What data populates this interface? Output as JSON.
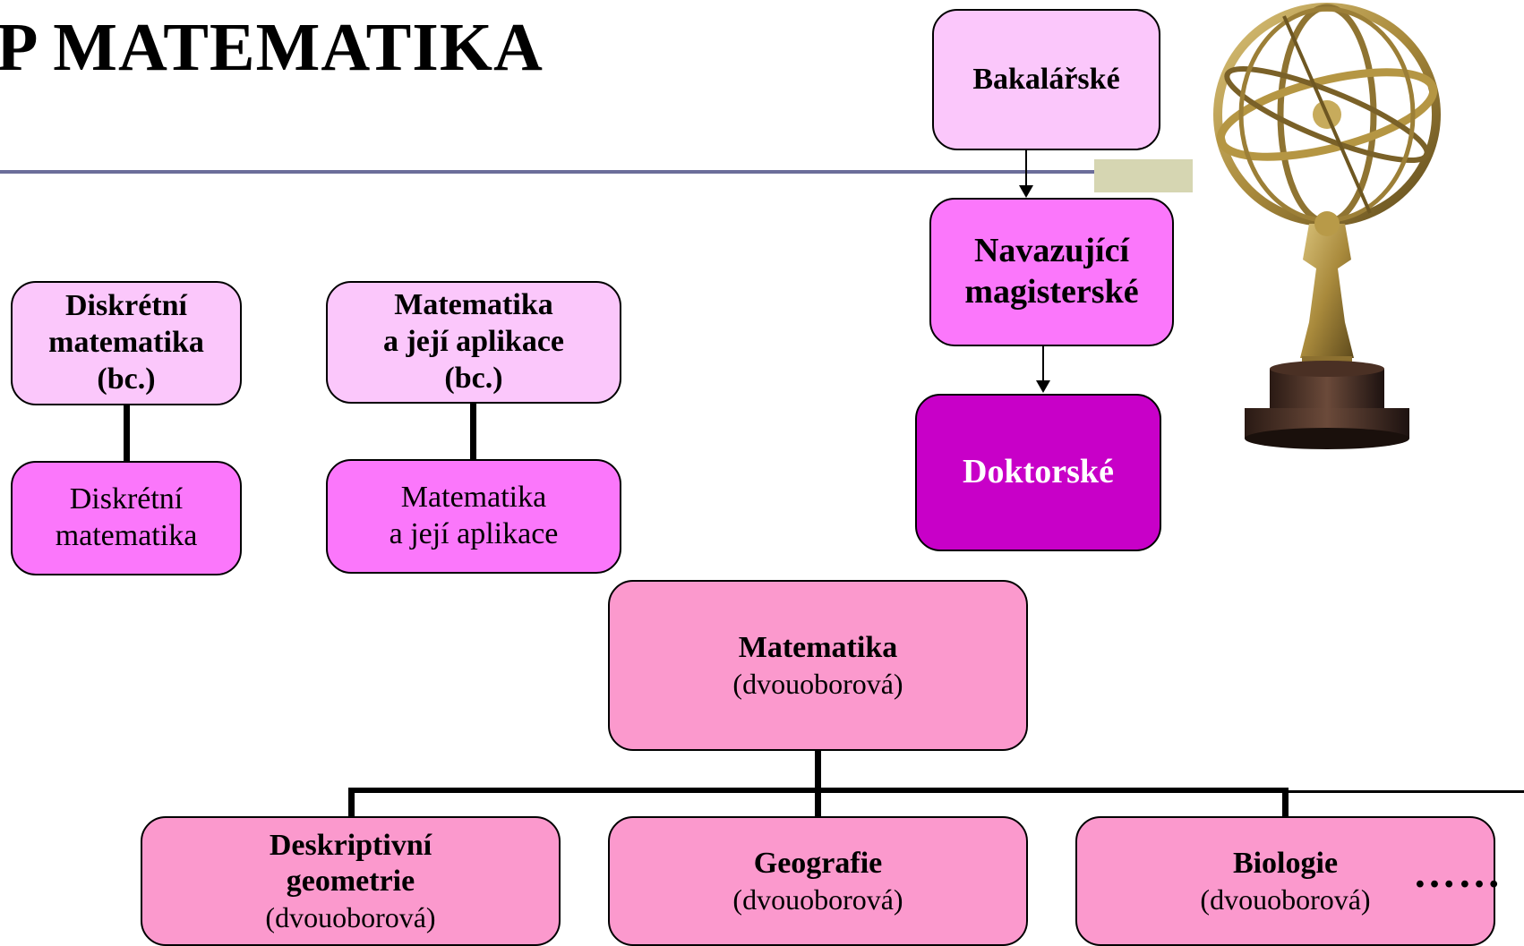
{
  "title": "P MATEMATIKA",
  "levels": {
    "bachelor": "Bakalářské",
    "master_1": "Navazující",
    "master_2": "magisterské",
    "doctoral": "Doktorské"
  },
  "programs": {
    "discrete_bc": [
      "Diskrétní",
      "matematika",
      "(bc.)"
    ],
    "discrete_nm": [
      "Diskrétní",
      "matematika"
    ],
    "applied_bc": [
      "Matematika",
      "a její aplikace",
      "(bc.)"
    ],
    "applied_nm": [
      "Matematika",
      "a její aplikace"
    ]
  },
  "two_field": {
    "root_title": "Matematika",
    "root_sub": "(dvouoborová)",
    "children": [
      {
        "title_1": "Deskriptivní",
        "title_2": "geometrie",
        "sub": "(dvouoborová)"
      },
      {
        "title_1": "Geografie",
        "sub": "(dvouoborová)"
      },
      {
        "title_1": "Biologie",
        "sub": "(dvouoborová)"
      }
    ],
    "more": "……"
  },
  "image": {
    "icon": "armillary-sphere"
  },
  "colors": {
    "pale_pink": "#fbc7fb",
    "magenta": "#fb77fb",
    "purple": "#c800c8",
    "pink": "#fb99cd",
    "rule": "#6c6e9a",
    "rule_accent": "#d6d6b2"
  }
}
